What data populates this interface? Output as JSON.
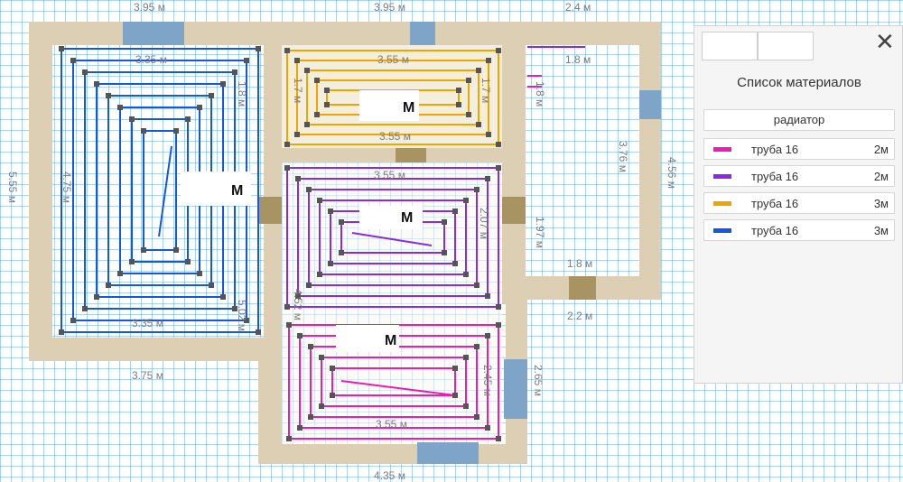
{
  "dimensions": {
    "top_left": "3.95 м",
    "top_mid": "3.95 м",
    "top_right": "2.4 м",
    "left_outer": "5.55 м",
    "left_inner": "4.75 м",
    "bottom_left": "3.75 м",
    "bottom_mid": "4.35 м",
    "right_outer": "4.56 м",
    "right_mid": "3.76 м",
    "right_low": "2.65 м",
    "room1_top": "3.35 м",
    "room1_side": "1.8 м",
    "room1_bottom": "3.35 м",
    "room1_right": "5.02 м",
    "room2_top": "3.55 м",
    "room2_left": "1.7 м",
    "room2_right": "1.7 м",
    "room2_bottom": "3.55 м",
    "room3_top": "3.55 м",
    "room3_right": "2.07 м",
    "room3_left": "4.52 м",
    "room4_bottom": "3.55 м",
    "room4_right": "2.45 м",
    "corridor_top": "1.8 м",
    "corridor_small": "1.8 м",
    "corridor_side": "1.97 м",
    "corridor_bottom": "1.8 м",
    "corridor_outer": "2.2 м"
  },
  "room_labels": [
    "M",
    "M",
    "M",
    "M"
  ],
  "panel": {
    "title": "Список материалов",
    "close_symbol": "✕",
    "header": "радиатор",
    "items": [
      {
        "name": "труба 16",
        "value": "2м",
        "color": "#ee1ab4"
      },
      {
        "name": "труба 16",
        "value": "2м",
        "color": "#8a2be2"
      },
      {
        "name": "труба 16",
        "value": "3м",
        "color": "#f0a400"
      },
      {
        "name": "труба 16",
        "value": "3м",
        "color": "#1458e0"
      }
    ]
  },
  "colors": {
    "wall": "#dccfb4",
    "window": "#7ea4c8",
    "door": "#a89462",
    "grid": "#2a8de0",
    "blue_pipe": "#1458e0",
    "orange_pipe": "#f0a400",
    "purple_pipe": "#8a2be2",
    "magenta_pipe": "#ee1ab4"
  }
}
